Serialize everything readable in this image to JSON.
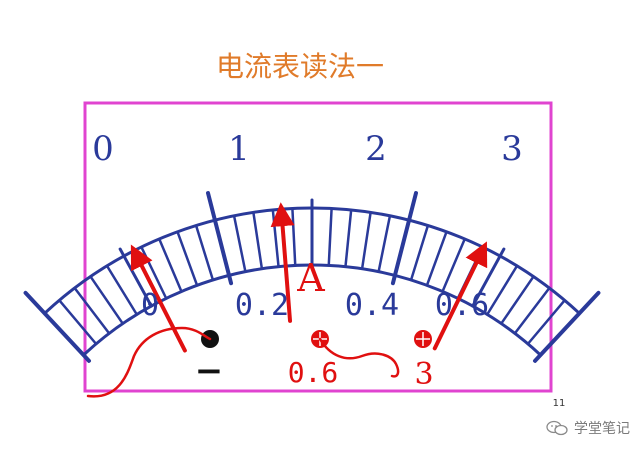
{
  "title": "电流表读法一",
  "meter": {
    "upper_scale": [
      "0",
      "1",
      "2",
      "3"
    ],
    "lower_scale": [
      "0",
      "0.2",
      "0.4",
      "0.6"
    ],
    "unit": "A"
  },
  "terminals": {
    "negative_sign": "−",
    "mid_label": "0.6",
    "high_label": "3"
  },
  "page_number": "11",
  "watermark": "学堂笔记",
  "colors": {
    "title": "#e07b2a",
    "frame": "#e044d0",
    "scale": "#2a3a9a",
    "red": "#e01010"
  }
}
